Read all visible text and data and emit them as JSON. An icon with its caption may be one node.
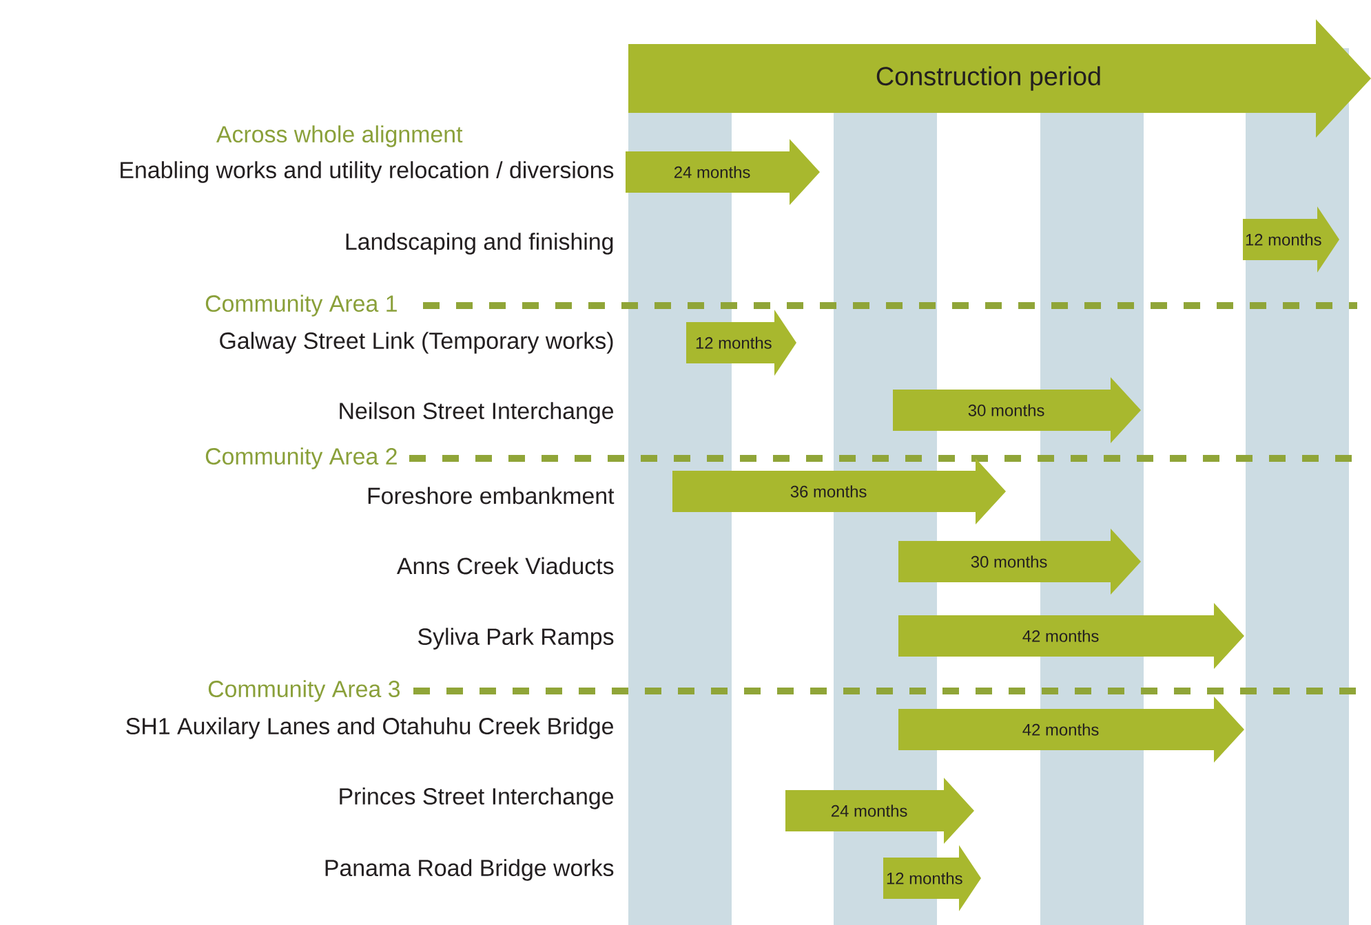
{
  "diagram": {
    "nodes": [
      {
        "text": [
          "Construction period"
        ]
      },
      {
        "text": [
          "24 months"
        ]
      },
      {
        "text": [
          "12 months"
        ]
      },
      {
        "text": [
          "12 months"
        ]
      },
      {
        "text": [
          "30 months"
        ]
      },
      {
        "text": [
          "36 months"
        ]
      },
      {
        "text": [
          "30 months"
        ]
      },
      {
        "text": [
          "42 months"
        ]
      },
      {
        "text": [
          "42 months"
        ]
      },
      {
        "text": [
          "24 months"
        ]
      },
      {
        "text": [
          "12 months"
        ]
      }
    ],
    "labels": [
      "Across whole alignment",
      "Enabling works and utility relocation / diversions",
      "Landscaping and finishing",
      "Community Area 1",
      "Galway Street Link (Temporary works)",
      "Neilson Street Interchange",
      "Community Area 2",
      "Foreshore embankment",
      "Anns Creek Viaducts",
      "Syliva Park Ramps",
      "Community Area 3",
      "SH1 Auxilary Lanes and Otahuhu Creek Bridge",
      "Princes Street Interchange",
      "Panama Road Bridge works"
    ]
  }
}
